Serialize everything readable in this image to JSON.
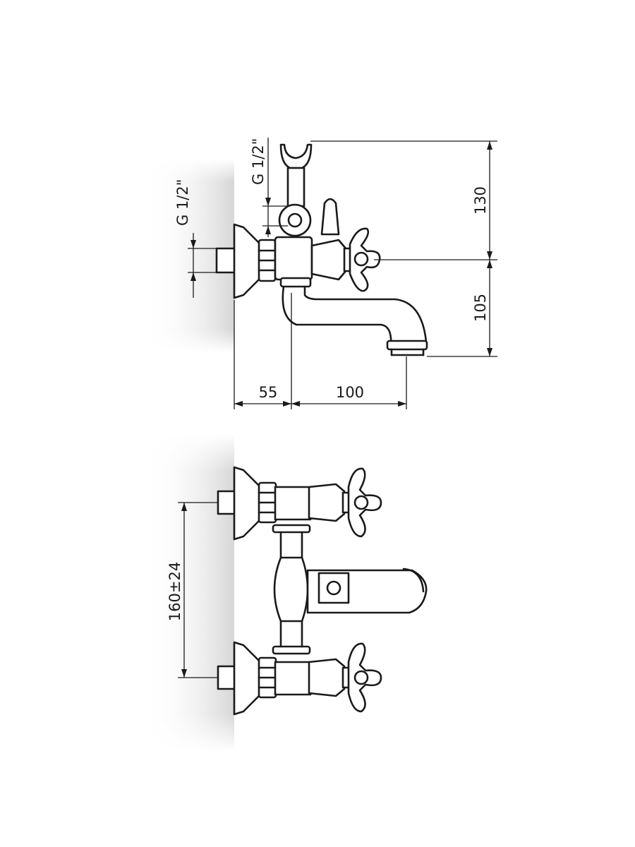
{
  "side_view": {
    "thread_label_inlet": "G 1/2\"",
    "thread_label_outlet": "G 1/2\"",
    "dim_height_upper": "130",
    "dim_height_lower": "105",
    "dim_width_wall": "55",
    "dim_width_spout": "100"
  },
  "front_view": {
    "dim_centers": "160±24"
  },
  "colors": {
    "line": "#1a1a1a",
    "wall_shade": "#dcdcdc",
    "background": "#ffffff"
  }
}
